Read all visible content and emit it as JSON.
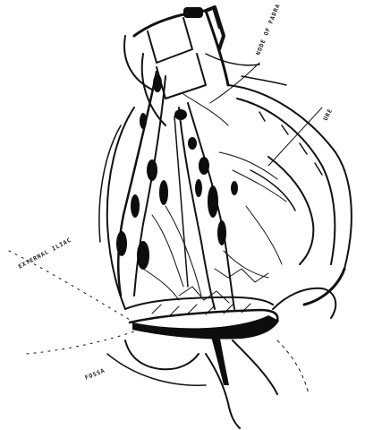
{
  "labels": {
    "node_of_fadra": "NODE OF FADRA",
    "ure": "URE",
    "external_iliac": "EXTERNAL ILIAC",
    "fossa": "FOSSA"
  },
  "colors": {
    "ink": "#111111",
    "paper": "#ffffff"
  }
}
